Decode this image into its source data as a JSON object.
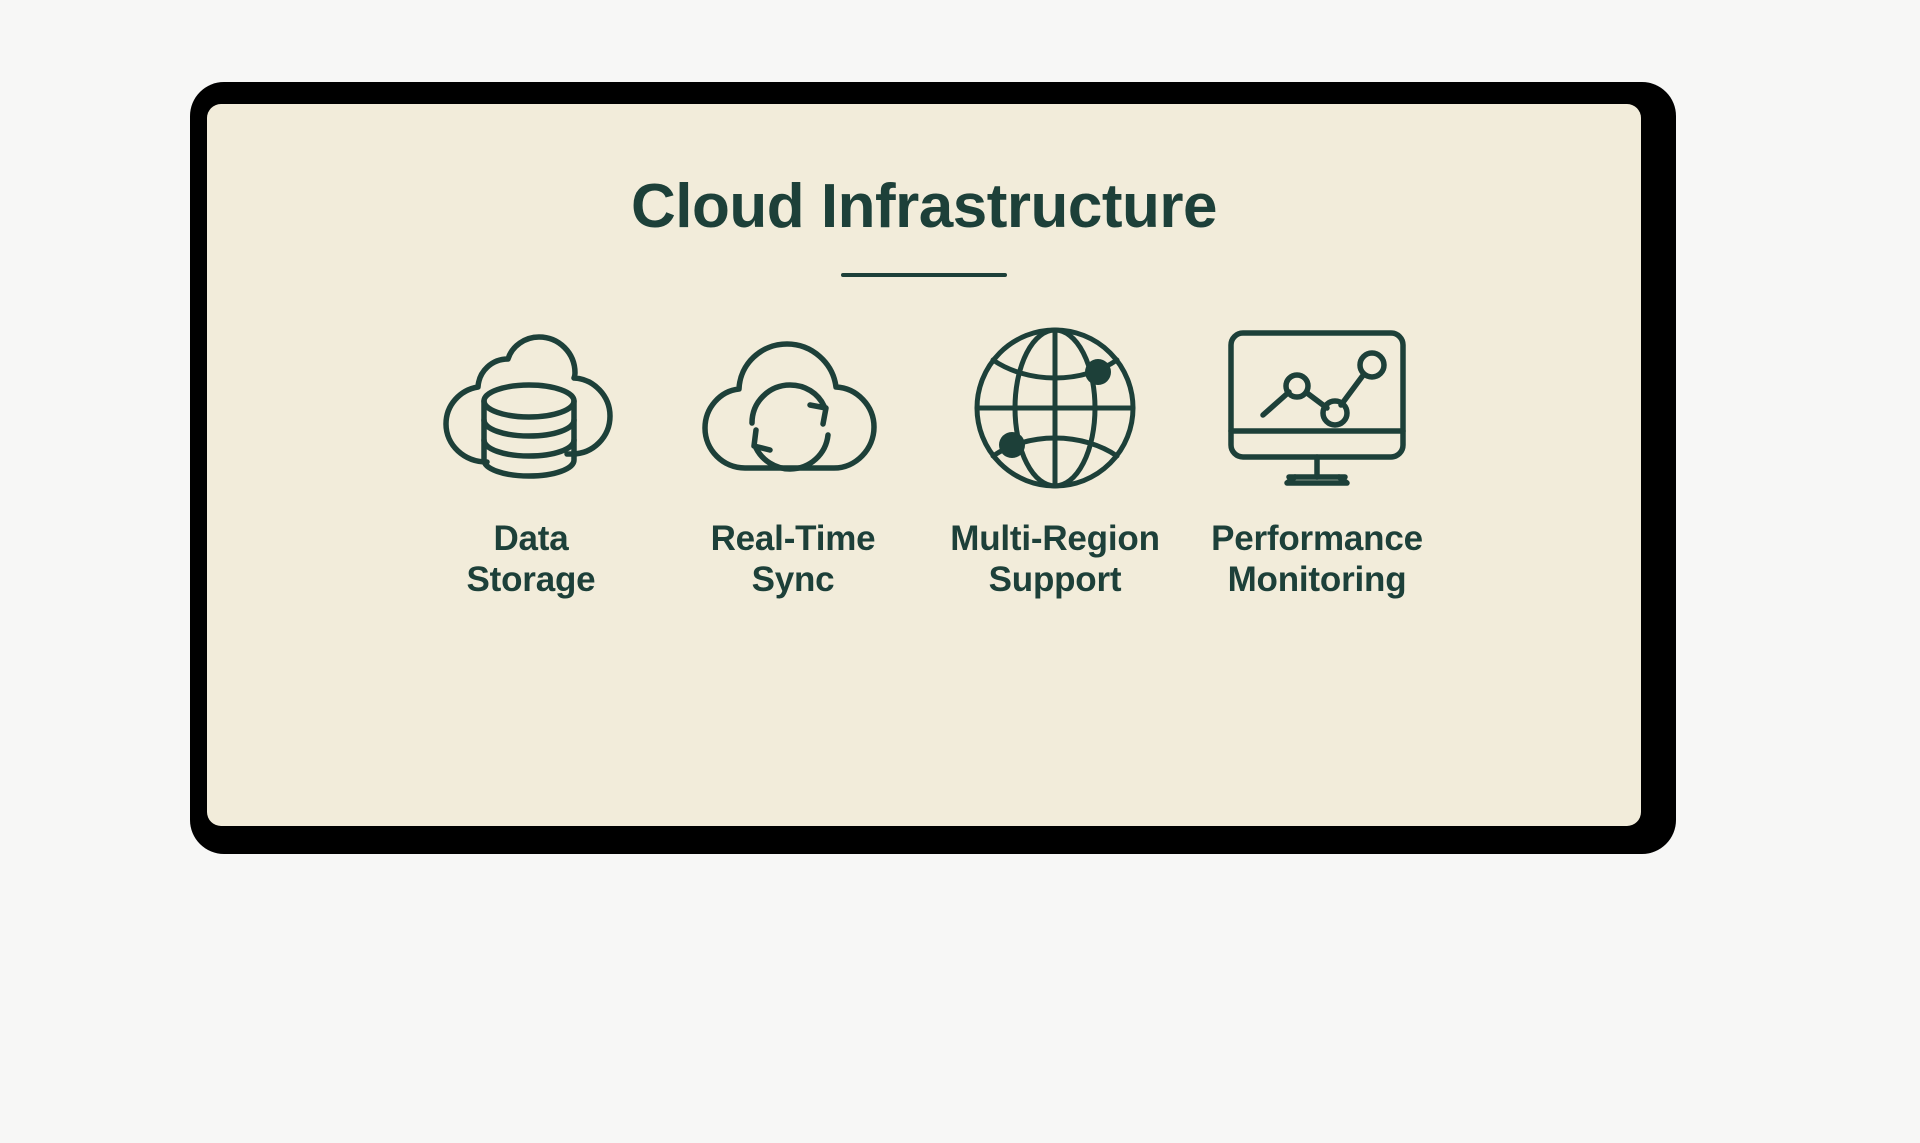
{
  "colors": {
    "page_background": "#f7f7f6",
    "bezel": "#000000",
    "screen_background": "#f2ecda",
    "accent": "#1d4039"
  },
  "header": {
    "title": "Cloud Infrastructure",
    "divider": "horizontal-rule"
  },
  "features": [
    {
      "icon": "cloud-database-icon",
      "label": "Data\nStorage",
      "label_line1": "Data",
      "label_line2": "Storage"
    },
    {
      "icon": "cloud-sync-icon",
      "label": "Real-Time\nSync",
      "label_line1": "Real-Time",
      "label_line2": "Sync"
    },
    {
      "icon": "globe-network-icon",
      "label": "Multi-Region\nSupport",
      "label_line1": "Multi-Region",
      "label_line2": "Support"
    },
    {
      "icon": "monitor-chart-icon",
      "label": "Performance\nMonitoring",
      "label_line1": "Performance",
      "label_line2": "Monitoring"
    }
  ]
}
